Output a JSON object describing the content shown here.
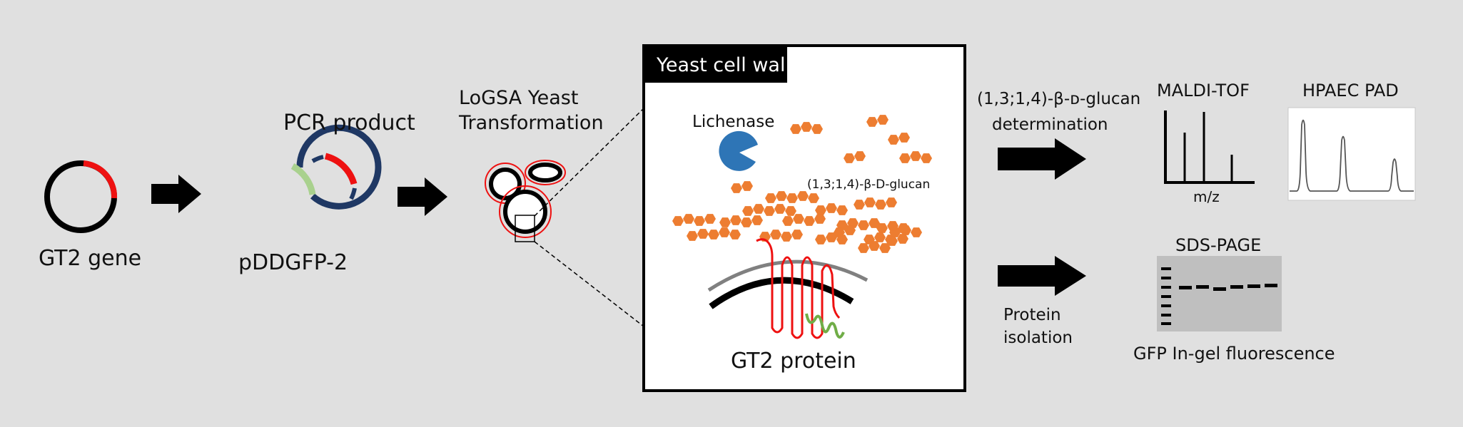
{
  "labels": {
    "gt2_gene": "GT2 gene",
    "pcr_product": "PCR product",
    "pddgfp": "pDDGFP-2",
    "logsa_line1": "LoGSA Yeast",
    "logsa_line2": "Transformation",
    "yeast_cell_wall": "Yeast cell wall",
    "lichenase": "Lichenase",
    "glucan_inner": "(1,3;1,4)-β-D-glucan",
    "gt2_protein": "GT2 protein",
    "glucan_det_line1": "(1,3;1,4)-β-ᴅ-glucan",
    "glucan_det_line2": "determination",
    "maldi_tof": "MALDI-TOF",
    "mz": "m/z",
    "hpaec_pad": "HPAEC PAD",
    "sds_page": "SDS-PAGE",
    "protein_iso_line1": "Protein",
    "protein_iso_line2": "isolation",
    "gfp_fluor": "GFP In-gel fluorescence"
  },
  "colors": {
    "background": "#e0e0e0",
    "insert_red": "#ee1111",
    "plasmid_navy": "#1f3864",
    "insert_green": "#a9d18e",
    "lichenase_blue": "#2e75b6",
    "glucan_orange": "#ed7d31",
    "membrane_gray": "#808080",
    "gfp_green": "#70ad47",
    "gel_gray": "#bfbfbf"
  }
}
